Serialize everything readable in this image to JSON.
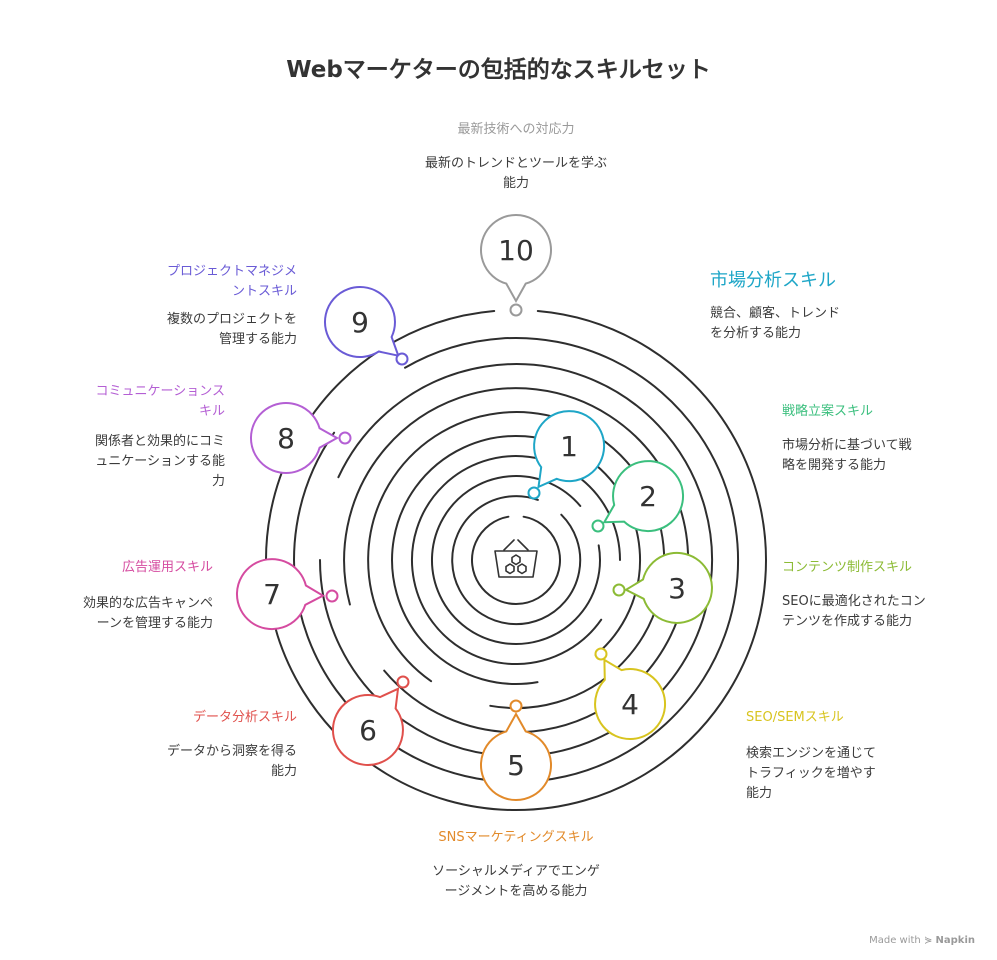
{
  "title": "Webマーケターの包括的なスキルセット",
  "skills": [
    {
      "num": "1",
      "label": "市場分析スキル",
      "desc": "競合、顧客、トレンド\nを分析する能力",
      "color": "#1ea6c7"
    },
    {
      "num": "2",
      "label": "戦略立案スキル",
      "desc": "市場分析に基づいて戦\n略を開発する能力",
      "color": "#3bbf7e"
    },
    {
      "num": "3",
      "label": "コンテンツ制作スキル",
      "desc": "SEOに最適化されたコン\nテンツを作成する能力",
      "color": "#8cbb35"
    },
    {
      "num": "4",
      "label": "SEO/SEMスキル",
      "desc": "検索エンジンを通じて\nトラフィックを増やす\n能力",
      "color": "#d8c41f"
    },
    {
      "num": "5",
      "label": "SNSマーケティングスキル",
      "desc": "ソーシャルメディアでエンゲ\nージメントを高める能力",
      "color": "#e28a2a"
    },
    {
      "num": "6",
      "label": "データ分析スキル",
      "desc": "データから洞察を得る\n能力",
      "color": "#e0504c"
    },
    {
      "num": "7",
      "label": "広告運用スキル",
      "desc": "効果的な広告キャンペ\nーンを管理する能力",
      "color": "#d54ba0"
    },
    {
      "num": "8",
      "label": "コミュニケーションス\nキル",
      "desc": "関係者と効果的にコミ\nュニケーションする能\n力",
      "color": "#b45fd4"
    },
    {
      "num": "9",
      "label": "プロジェクトマネジメ\nントスキル",
      "desc": "複数のプロジェクトを\n管理する能力",
      "color": "#6a5bd6"
    },
    {
      "num": "10",
      "label": "最新技術への対応力",
      "desc": "最新のトレンドとツールを学ぶ\n能力",
      "color": "#9a9a9a"
    }
  ],
  "center_icon": "basket-icon",
  "footer": {
    "prefix": "Made with",
    "brand": "Napkin",
    "icon": "napkin-logo-icon"
  }
}
